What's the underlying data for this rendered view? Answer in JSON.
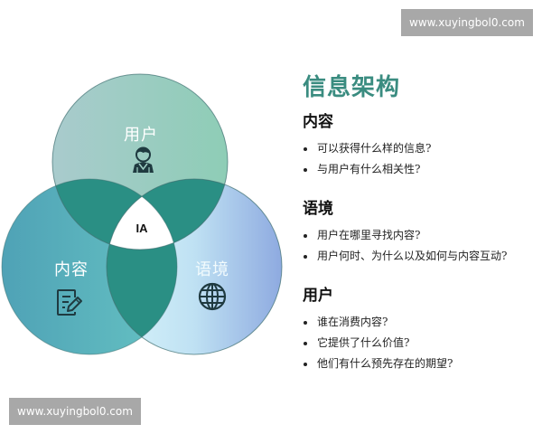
{
  "watermarks": {
    "top": "www.xuyingbol0.com",
    "bottom": "www.xuyingbol0.com"
  },
  "venn": {
    "center_label": "IA",
    "circles": [
      {
        "label": "用户",
        "icon": "user-icon",
        "gradient": [
          "#a9cbcd",
          "#8ecdb6"
        ]
      },
      {
        "label": "内容",
        "icon": "document-edit-icon",
        "gradient": [
          "#4fa2b6",
          "#62bfc0"
        ]
      },
      {
        "label": "语境",
        "icon": "globe-icon",
        "gradient": [
          "#d6f3fa",
          "#8eaae0"
        ]
      }
    ],
    "overlap_color": "#2a8f84",
    "center_color": "#ffffff",
    "outline_color": "#3e6f70",
    "icon_color": "#1f3a40"
  },
  "panel": {
    "title": "信息架构",
    "title_color": "#3a8c80",
    "sections": [
      {
        "heading": "内容",
        "bullets": [
          "可以获得什么样的信息?",
          "与用户有什么相关性?"
        ]
      },
      {
        "heading": "语境",
        "bullets": [
          "用户在哪里寻找内容?",
          "用户何时、为什么以及如何与内容互动?"
        ]
      },
      {
        "heading": "用户",
        "bullets": [
          "谁在消费内容?",
          "它提供了什么价值?",
          "他们有什么预先存在的期望?"
        ]
      }
    ]
  }
}
